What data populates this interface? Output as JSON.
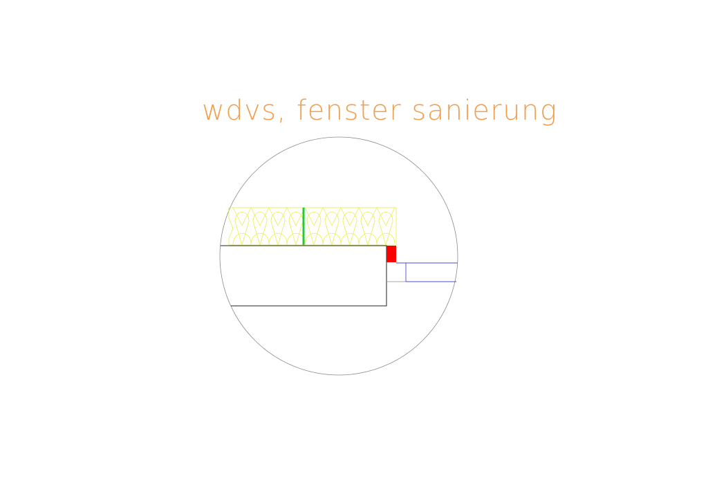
{
  "drawing": {
    "title": "wdvs, fenster sanierung",
    "colors": {
      "background": "#ffffff",
      "title": "#f0a050",
      "detail_circle": "#8c8c8c",
      "insulation": "#e4f04a",
      "dowel": "#20cc3a",
      "wall_outline": "#222222",
      "sealing_tape": "#ff0000",
      "window_frame": "#4a4ad0",
      "reveal_outline": "#888888"
    },
    "components": [
      {
        "name": "detail-circle",
        "label": ""
      },
      {
        "name": "insulation-board",
        "label": ""
      },
      {
        "name": "insulation-dowel",
        "label": ""
      },
      {
        "name": "masonry-wall",
        "label": ""
      },
      {
        "name": "sealing-tape",
        "label": ""
      },
      {
        "name": "window-frame",
        "label": ""
      }
    ]
  }
}
